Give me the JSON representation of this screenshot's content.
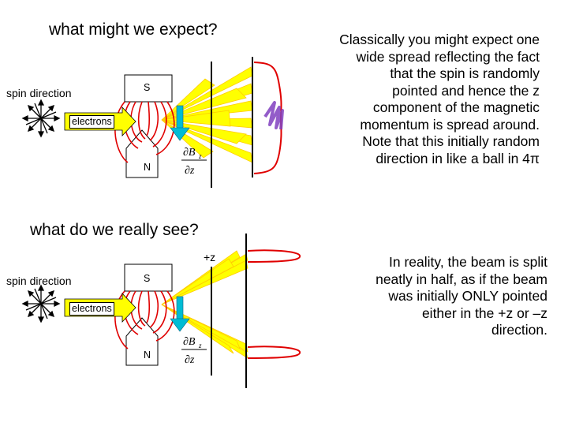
{
  "top": {
    "heading": "what might we expect?",
    "spin_label": "spin direction",
    "magnet_s": "S",
    "magnet_n": "N",
    "electrons_label": "electrons",
    "formula_num_d": "∂B",
    "formula_sub": "z",
    "formula_den": "∂z",
    "description": "Classically you might expect one\nwide spread reflecting the fact\nthat the spin is randomly\npointed and hence the z\ncomponent of the magnetic\nmomentum is spread around.\nNote that this initially random\ndirection in like a ball in 4π"
  },
  "bottom": {
    "heading": "what do we really see?",
    "spin_label": "spin direction",
    "magnet_s": "S",
    "magnet_n": "N",
    "electrons_label": "electrons",
    "axis_label": "+z",
    "formula_num_d": "∂B",
    "formula_sub": "z",
    "formula_den": "∂z",
    "description": "In reality, the beam is split\nneatly in half, as if the beam\nwas initially ONLY pointed\neither in the +z or –z\ndirection."
  },
  "colors": {
    "beam": "#ffff00",
    "beam_outline": "#ffcc00",
    "field_lines": "#e00000",
    "arrow": "#00bcd4",
    "distribution": "#e00000",
    "scribble": "#8040c0"
  }
}
